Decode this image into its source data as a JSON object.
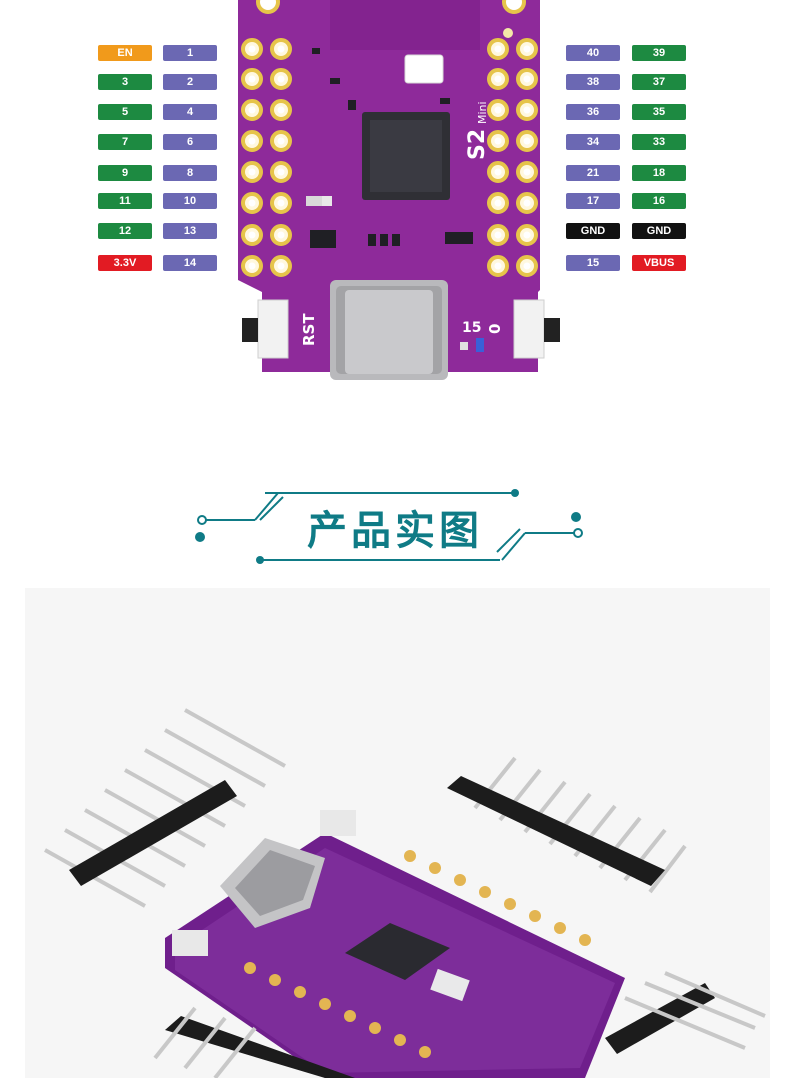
{
  "pins": {
    "left_outer": [
      {
        "label": "EN",
        "color": "#f19a1b"
      },
      {
        "label": "3",
        "color": "#1d8a41"
      },
      {
        "label": "5",
        "color": "#1d8a41"
      },
      {
        "label": "7",
        "color": "#1d8a41"
      },
      {
        "label": "9",
        "color": "#1d8a41"
      },
      {
        "label": "11",
        "color": "#1d8a41"
      },
      {
        "label": "12",
        "color": "#1d8a41"
      },
      {
        "label": "3.3V",
        "color": "#e21b23"
      }
    ],
    "left_inner": [
      {
        "label": "1",
        "color": "#6b68b3"
      },
      {
        "label": "2",
        "color": "#6b68b3"
      },
      {
        "label": "4",
        "color": "#6b68b3"
      },
      {
        "label": "6",
        "color": "#6b68b3"
      },
      {
        "label": "8",
        "color": "#6b68b3"
      },
      {
        "label": "10",
        "color": "#6b68b3"
      },
      {
        "label": "13",
        "color": "#6b68b3"
      },
      {
        "label": "14",
        "color": "#6b68b3"
      }
    ],
    "right_inner": [
      {
        "label": "40",
        "color": "#6b68b3"
      },
      {
        "label": "38",
        "color": "#6b68b3"
      },
      {
        "label": "36",
        "color": "#6b68b3"
      },
      {
        "label": "34",
        "color": "#6b68b3"
      },
      {
        "label": "21",
        "color": "#6b68b3"
      },
      {
        "label": "17",
        "color": "#6b68b3"
      },
      {
        "label": "GND",
        "color": "#111111"
      },
      {
        "label": "15",
        "color": "#6b68b3"
      }
    ],
    "right_outer": [
      {
        "label": "39",
        "color": "#1d8a41"
      },
      {
        "label": "37",
        "color": "#1d8a41"
      },
      {
        "label": "35",
        "color": "#1d8a41"
      },
      {
        "label": "33",
        "color": "#1d8a41"
      },
      {
        "label": "18",
        "color": "#1d8a41"
      },
      {
        "label": "16",
        "color": "#1d8a41"
      },
      {
        "label": "GND",
        "color": "#111111"
      },
      {
        "label": "VBUS",
        "color": "#e21b23"
      }
    ]
  },
  "board": {
    "model_label": "S2",
    "model_sub": "Mini",
    "rst_label": "RST",
    "btn0_label": "0",
    "pin15_label": "15",
    "pcb_color": "#8e2a9a"
  },
  "section_title": "产品实图",
  "accent_color": "#0f7b86"
}
